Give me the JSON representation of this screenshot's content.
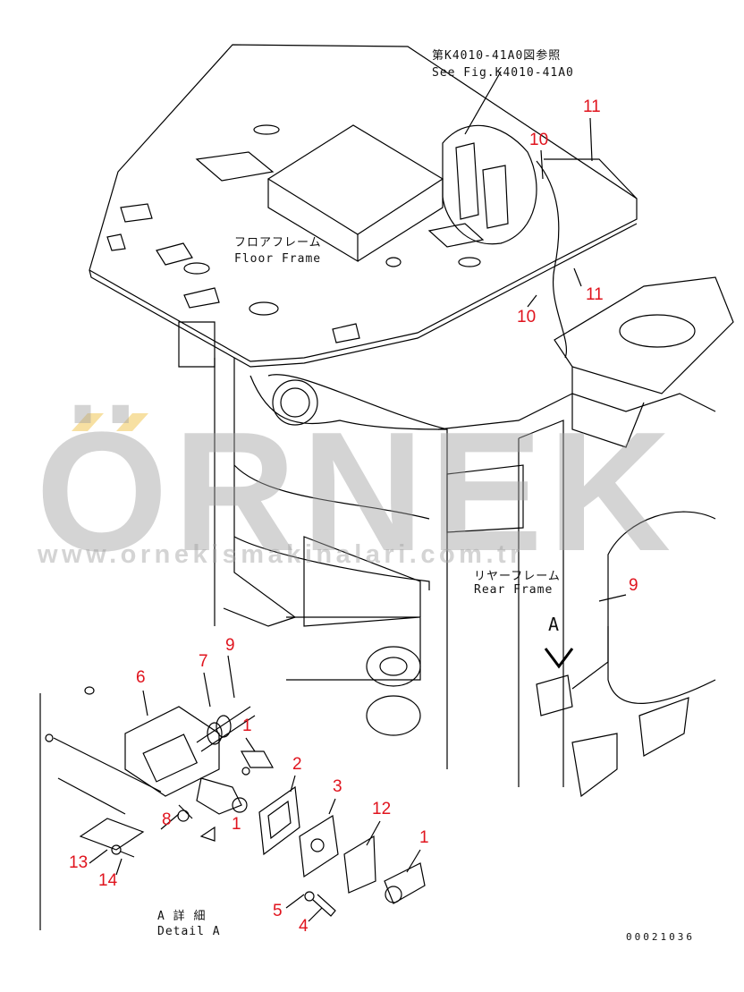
{
  "reference": {
    "jp": "第K4010-41A0図参照",
    "en": "See Fig.K4010-41A0"
  },
  "floor_frame": {
    "jp": "フロアフレーム",
    "en": "Floor Frame"
  },
  "rear_frame": {
    "jp": "リヤーフレーム",
    "en": "Rear Frame"
  },
  "view_marker": "A",
  "detail": {
    "jp": "A 詳 細",
    "en": "Detail A"
  },
  "drawing_number": "00021036",
  "watermark": {
    "brand": "ÖRNEK",
    "url": "www.ornekismakinalari.com.tr"
  },
  "callouts": [
    "11",
    "10",
    "11",
    "10",
    "9",
    "9",
    "7",
    "6",
    "1",
    "2",
    "3",
    "1",
    "12",
    "1",
    "8",
    "13",
    "14",
    "5",
    "4"
  ],
  "colors": {
    "callout": "#e0141e",
    "line": "#000000",
    "watermark": "#a0a0a0",
    "watermark_accent": "#f3d37a"
  }
}
